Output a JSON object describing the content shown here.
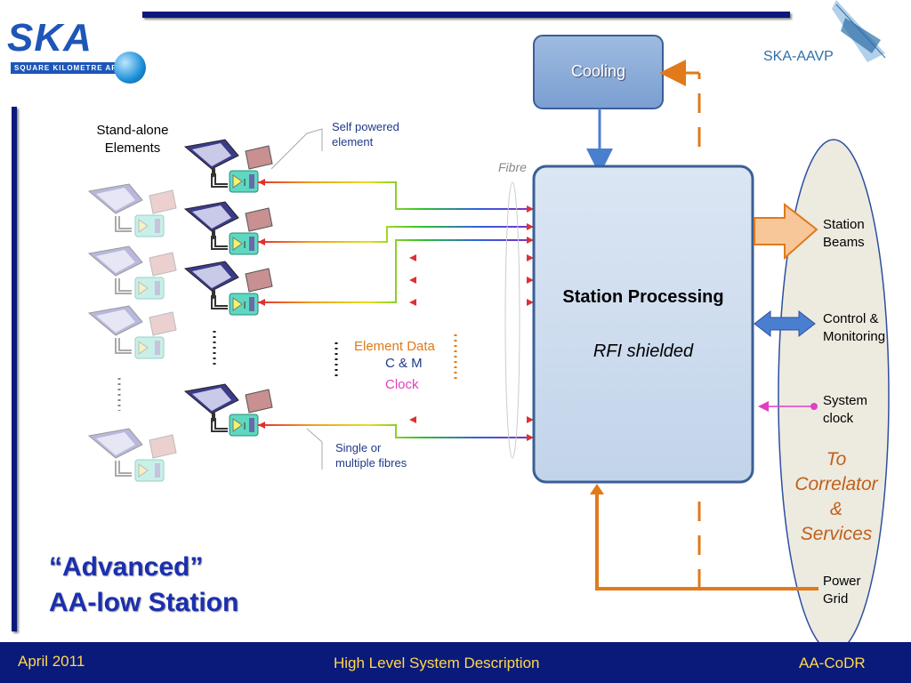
{
  "logo": {
    "brand": "SKA",
    "subtitle": "SQUARE KILOMETRE ARRAY",
    "partner": "SKA-AAVP"
  },
  "title": {
    "line1": "“Advanced”",
    "line2": "AA-low Station"
  },
  "labels": {
    "standalone_line1": "Stand-alone",
    "standalone_line2": "Elements",
    "self_powered_line1": "Self powered",
    "self_powered_line2": "element",
    "fibre": "Fibre",
    "element_data": "Element Data",
    "cm": "C & M",
    "clock": "Clock",
    "single_line1": "Single or",
    "single_line2": "multiple fibres"
  },
  "boxes": {
    "cooling": "Cooling",
    "station_processing": "Station Processing",
    "rfi": "RFI shielded"
  },
  "outputs": {
    "station_beams_1": "Station",
    "station_beams_2": "Beams",
    "control_1": "Control &",
    "control_2": "Monitoring",
    "clock_1": "System",
    "clock_2": "clock",
    "correlator_1": "To",
    "correlator_2": "Correlator",
    "correlator_3": "&",
    "correlator_4": "Services",
    "power_1": "Power",
    "power_2": "Grid"
  },
  "footer": {
    "date": "April 2011",
    "center": "High Level System Description",
    "right": "AA-CoDR"
  },
  "colors": {
    "footer_bg": "#0a1a7a",
    "footer_text": "#ffd84d",
    "title": "#1a2fb0",
    "orange": "#e07a1a",
    "blue": "#4a7fd0"
  }
}
